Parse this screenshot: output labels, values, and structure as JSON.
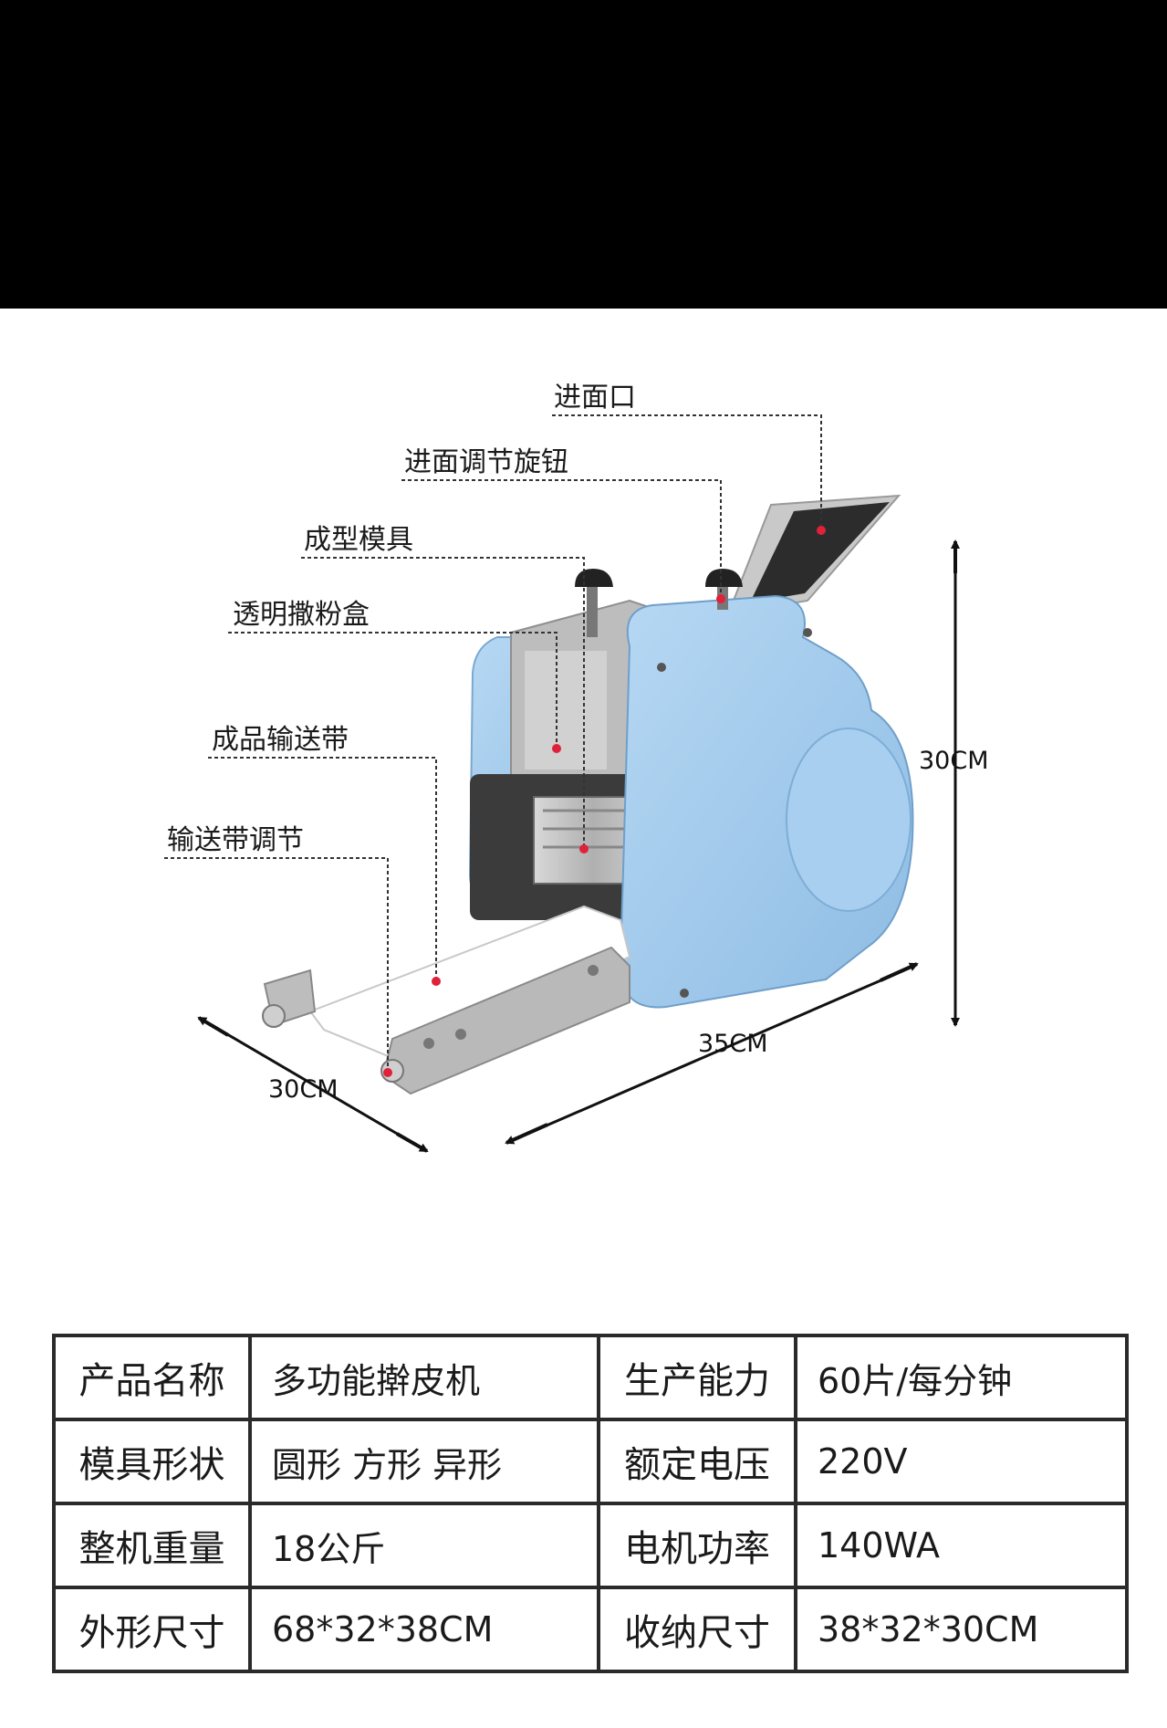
{
  "callouts": {
    "feed_inlet": "进面口",
    "feed_knob": "进面调节旋钮",
    "mold": "成型模具",
    "flour_box": "透明撒粉盒",
    "conveyor": "成品输送带",
    "conveyor_adjust": "输送带调节"
  },
  "dimensions": {
    "height": "30CM",
    "width": "35CM",
    "depth": "30CM"
  },
  "colors": {
    "machine_body": "#9cc7ea",
    "callout_dot": "#e0213a",
    "top_band": "#000000"
  },
  "spec_table": [
    {
      "k1": "产品名称",
      "v1": "多功能擀皮机",
      "k2": "生产能力",
      "v2": "60片/每分钟"
    },
    {
      "k1": "模具形状",
      "v1": "圆形 方形 异形",
      "k2": "额定电压",
      "v2": "220V"
    },
    {
      "k1": "整机重量",
      "v1": "18公斤",
      "k2": "电机功率",
      "v2": "140WA"
    },
    {
      "k1": "外形尺寸",
      "v1": "68*32*38CM",
      "k2": "收纳尺寸",
      "v2": "38*32*30CM"
    }
  ]
}
